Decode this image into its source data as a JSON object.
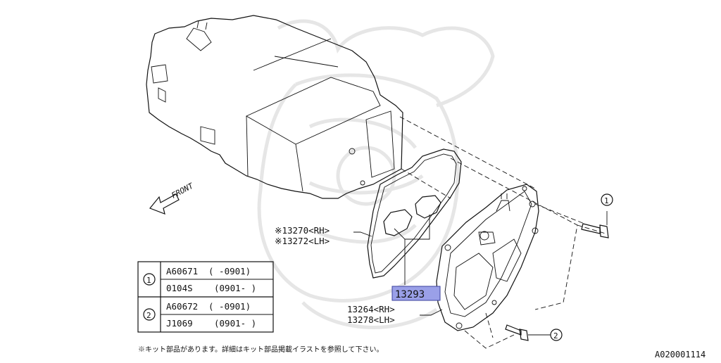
{
  "diagram": {
    "front_label": "FRONT",
    "part_labels": {
      "gasket_rh": "※13270<RH>",
      "gasket_lh": "※13272<LH>",
      "seal": "13293",
      "cover_rh": "13264<RH>",
      "cover_lh": "13278<LH>"
    },
    "callouts": {
      "one": "1",
      "two": "2"
    },
    "table": {
      "rows": [
        {
          "num": "1",
          "part": "A60671",
          "range": "( -0901)"
        },
        {
          "num": "",
          "part": "0104S",
          "range": "(0901- )"
        },
        {
          "num": "2",
          "part": "A60672",
          "range": "( -0901)"
        },
        {
          "num": "",
          "part": "J1069",
          "range": "(0901- )"
        }
      ]
    },
    "footnote": "※キット部品があります。詳細はキット部品掲載イラストを参照して下さい。",
    "figure_id": "A020001114",
    "highlight_color": "#9aa0e8"
  }
}
